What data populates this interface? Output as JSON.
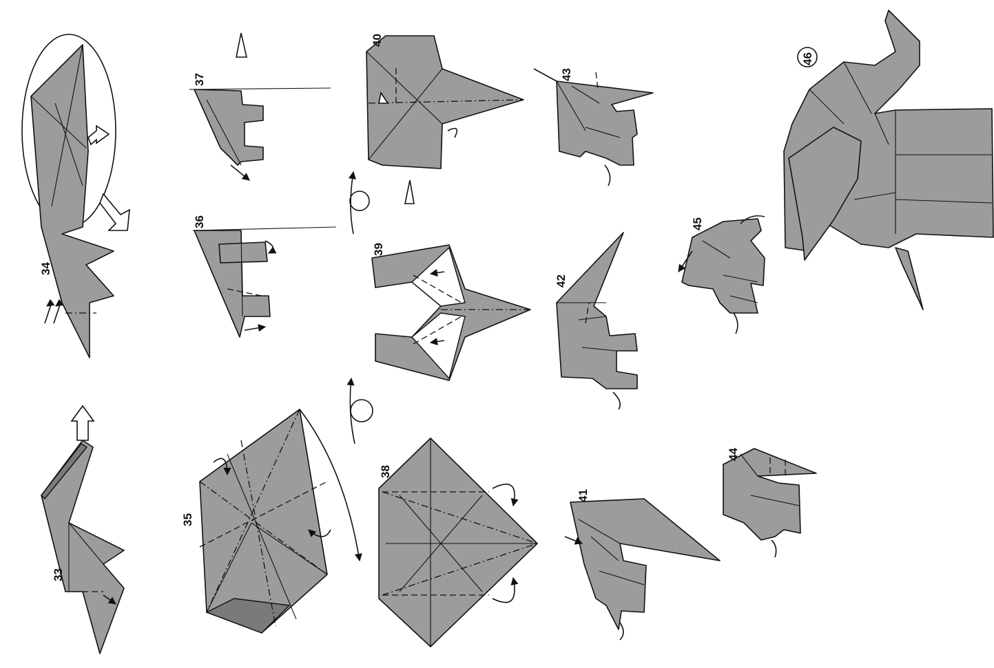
{
  "diagram": {
    "steps": [
      "33",
      "34",
      "35",
      "36",
      "37",
      "38",
      "39",
      "40",
      "41",
      "42",
      "43",
      "44",
      "45",
      "46"
    ]
  }
}
